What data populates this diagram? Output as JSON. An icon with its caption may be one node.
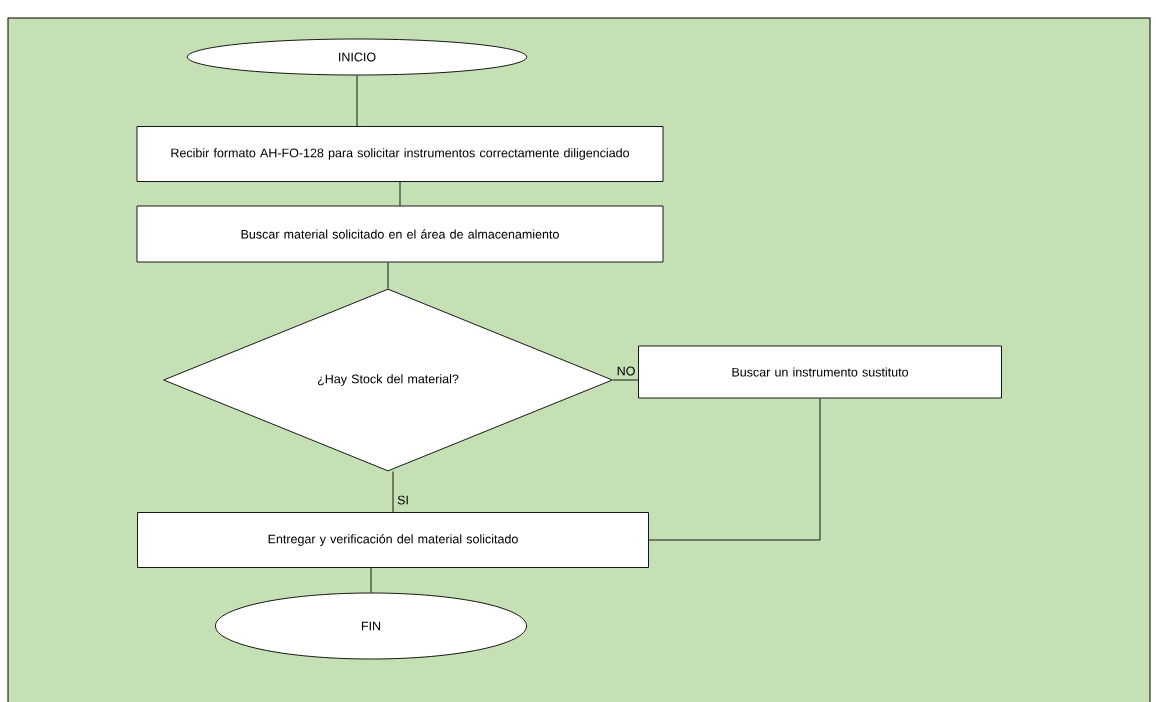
{
  "diagram": {
    "nodes": [
      {
        "text": [
          "INICIO"
        ]
      },
      {
        "text": [
          "Recibir formato AH-FO-128 para solicitar instrumentos correctamente diligenciado"
        ]
      },
      {
        "text": [
          "Buscar material solicitado en el área de almacenamiento"
        ]
      },
      {
        "text": [
          "¿Hay Stock del material?"
        ]
      },
      {
        "text": [
          "Buscar un instrumento sustituto"
        ]
      },
      {
        "text": [
          "Entregar y verificación del  material solicitado"
        ]
      },
      {
        "text": [
          "FIN"
        ]
      }
    ],
    "edges": [
      {
        "from": 0,
        "to": 1,
        "arrow": "none"
      },
      {
        "from": 1,
        "to": 2,
        "arrow": "none"
      },
      {
        "from": 2,
        "to": 3,
        "arrow": "none"
      },
      {
        "from": 3,
        "to": 4,
        "arrow": "none",
        "label": "NO"
      },
      {
        "from": 3,
        "to": 5,
        "arrow": "none",
        "label": "SI"
      },
      {
        "from": 4,
        "to": 5,
        "arrow": "none"
      },
      {
        "from": 5,
        "to": 6,
        "arrow": "none"
      }
    ]
  }
}
